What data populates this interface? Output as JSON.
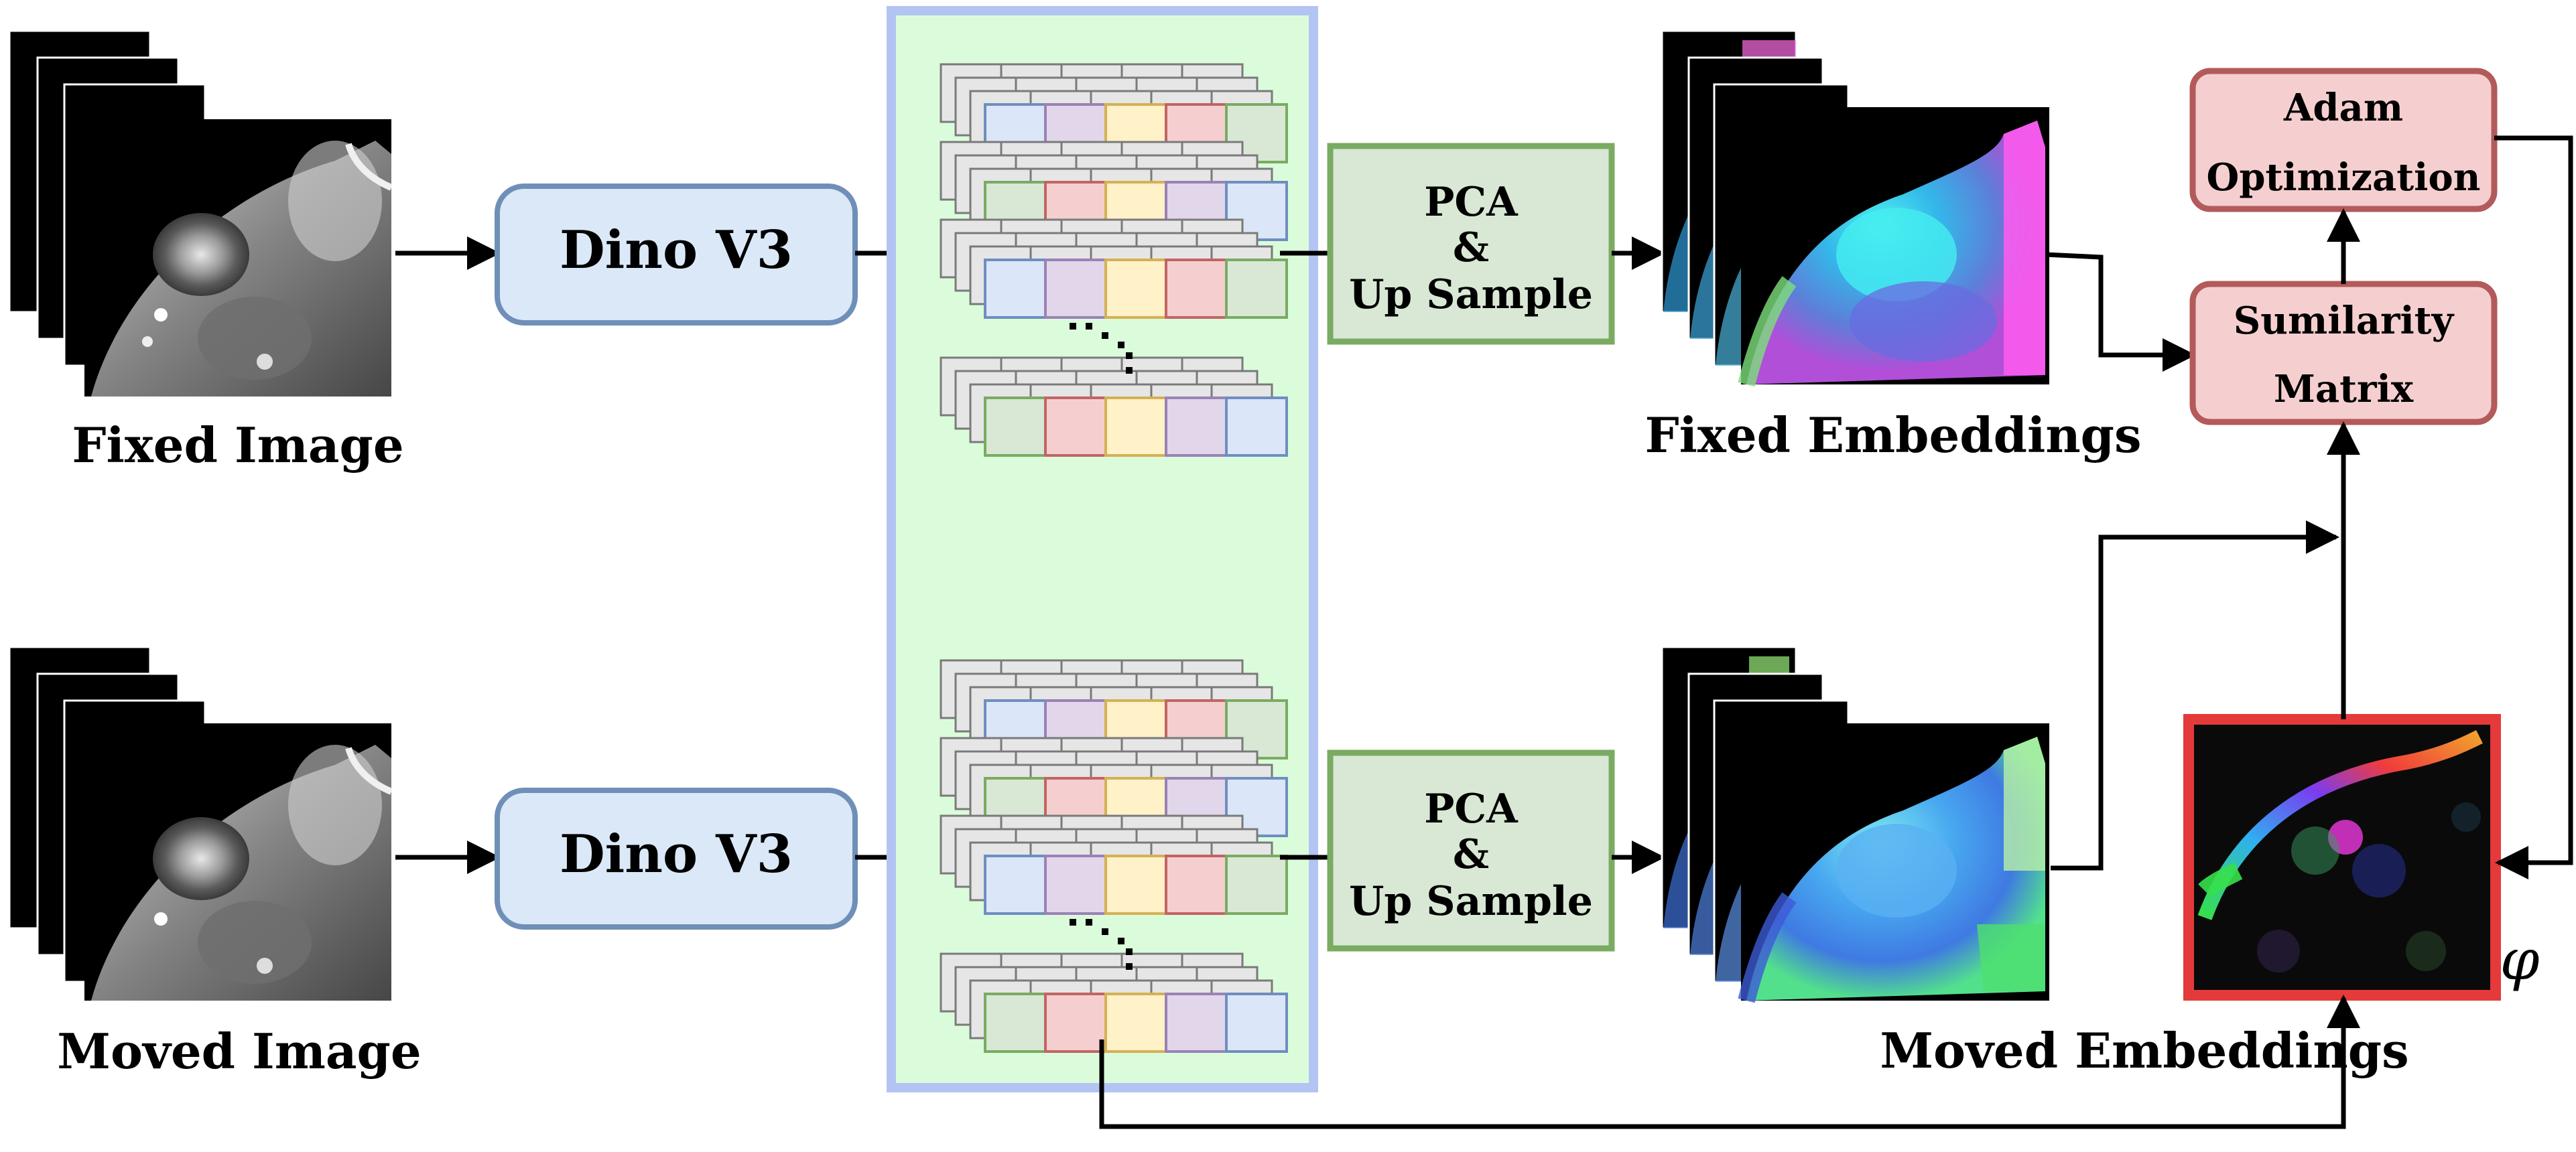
{
  "colors": {
    "background": "#ffffff",
    "dino_fill": "#dbe8f8",
    "dino_stroke": "#6f8fb8",
    "pca_fill": "#d8e8d5",
    "pca_stroke": "#7aab62",
    "pink_fill": "#f5cfcf",
    "pink_stroke": "#b35a5a",
    "token_panel_fill": "#dbfcdb",
    "token_panel_stroke": "#b3c4f2",
    "deformation_frame": "#e53a3a",
    "arrow": "#000000"
  },
  "token_colors": {
    "blue": {
      "fill": "#dbe6f8",
      "stroke": "#6e8ec0"
    },
    "purple": {
      "fill": "#e2d6ea",
      "stroke": "#9a82b5"
    },
    "yellow": {
      "fill": "#fff1c8",
      "stroke": "#d4b154"
    },
    "red": {
      "fill": "#f5cfcf",
      "stroke": "#c26464"
    },
    "green": {
      "fill": "#d8e8d5",
      "stroke": "#7aab62"
    }
  },
  "token_rows": [
    [
      "blue",
      "purple",
      "yellow",
      "red",
      "green"
    ],
    [
      "green",
      "red",
      "yellow",
      "purple",
      "blue"
    ],
    [
      "blue",
      "purple",
      "yellow",
      "red",
      "green"
    ],
    [
      "green",
      "red",
      "yellow",
      "purple",
      "blue"
    ]
  ],
  "fixed_branch": {
    "image_label": "Fixed Image",
    "encoder_label": "Dino V3",
    "pca_label_lines": [
      "PCA",
      "&",
      "Up Sample"
    ],
    "embedding_label": "Fixed Embeddings"
  },
  "moved_branch": {
    "image_label": "Moved Image",
    "encoder_label": "Dino V3",
    "pca_label_lines": [
      "PCA",
      "&",
      "Up Sample"
    ],
    "embedding_label": "Moved Embeddings"
  },
  "optimizer": {
    "label_lines": [
      "Adam",
      "Optimization"
    ]
  },
  "similarity": {
    "label_lines": [
      "Sumilarity",
      "Matrix"
    ]
  },
  "deformation": {
    "symbol": "φ"
  }
}
